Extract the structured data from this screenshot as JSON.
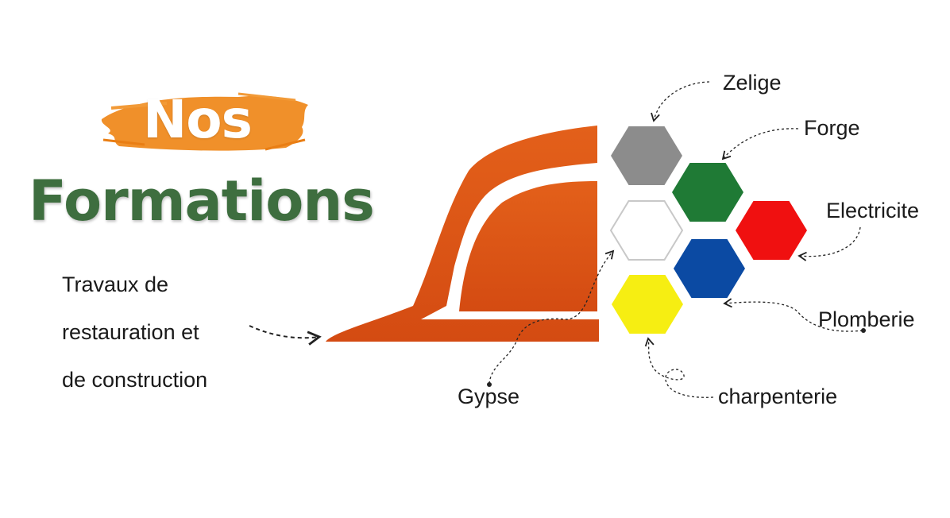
{
  "title": {
    "line1": "Nos",
    "line2": "Formations"
  },
  "description": [
    "Travaux de",
    "restauration et",
    "de construction"
  ],
  "colors": {
    "brush": "#ef8a1f",
    "title_green": "#3e6e3f",
    "helmet": "#e05a17"
  },
  "trades": [
    {
      "label": "Zelige",
      "color": "#8c8c8c"
    },
    {
      "label": "Forge",
      "color": "#1f7a35"
    },
    {
      "label": "Electricite",
      "color": "#f01010"
    },
    {
      "label": "Plomberie",
      "color": "#0b4aa3"
    },
    {
      "label": "charpenterie",
      "color": "#f6ee12"
    },
    {
      "label": "Gypse",
      "color": "#ffffff"
    }
  ]
}
